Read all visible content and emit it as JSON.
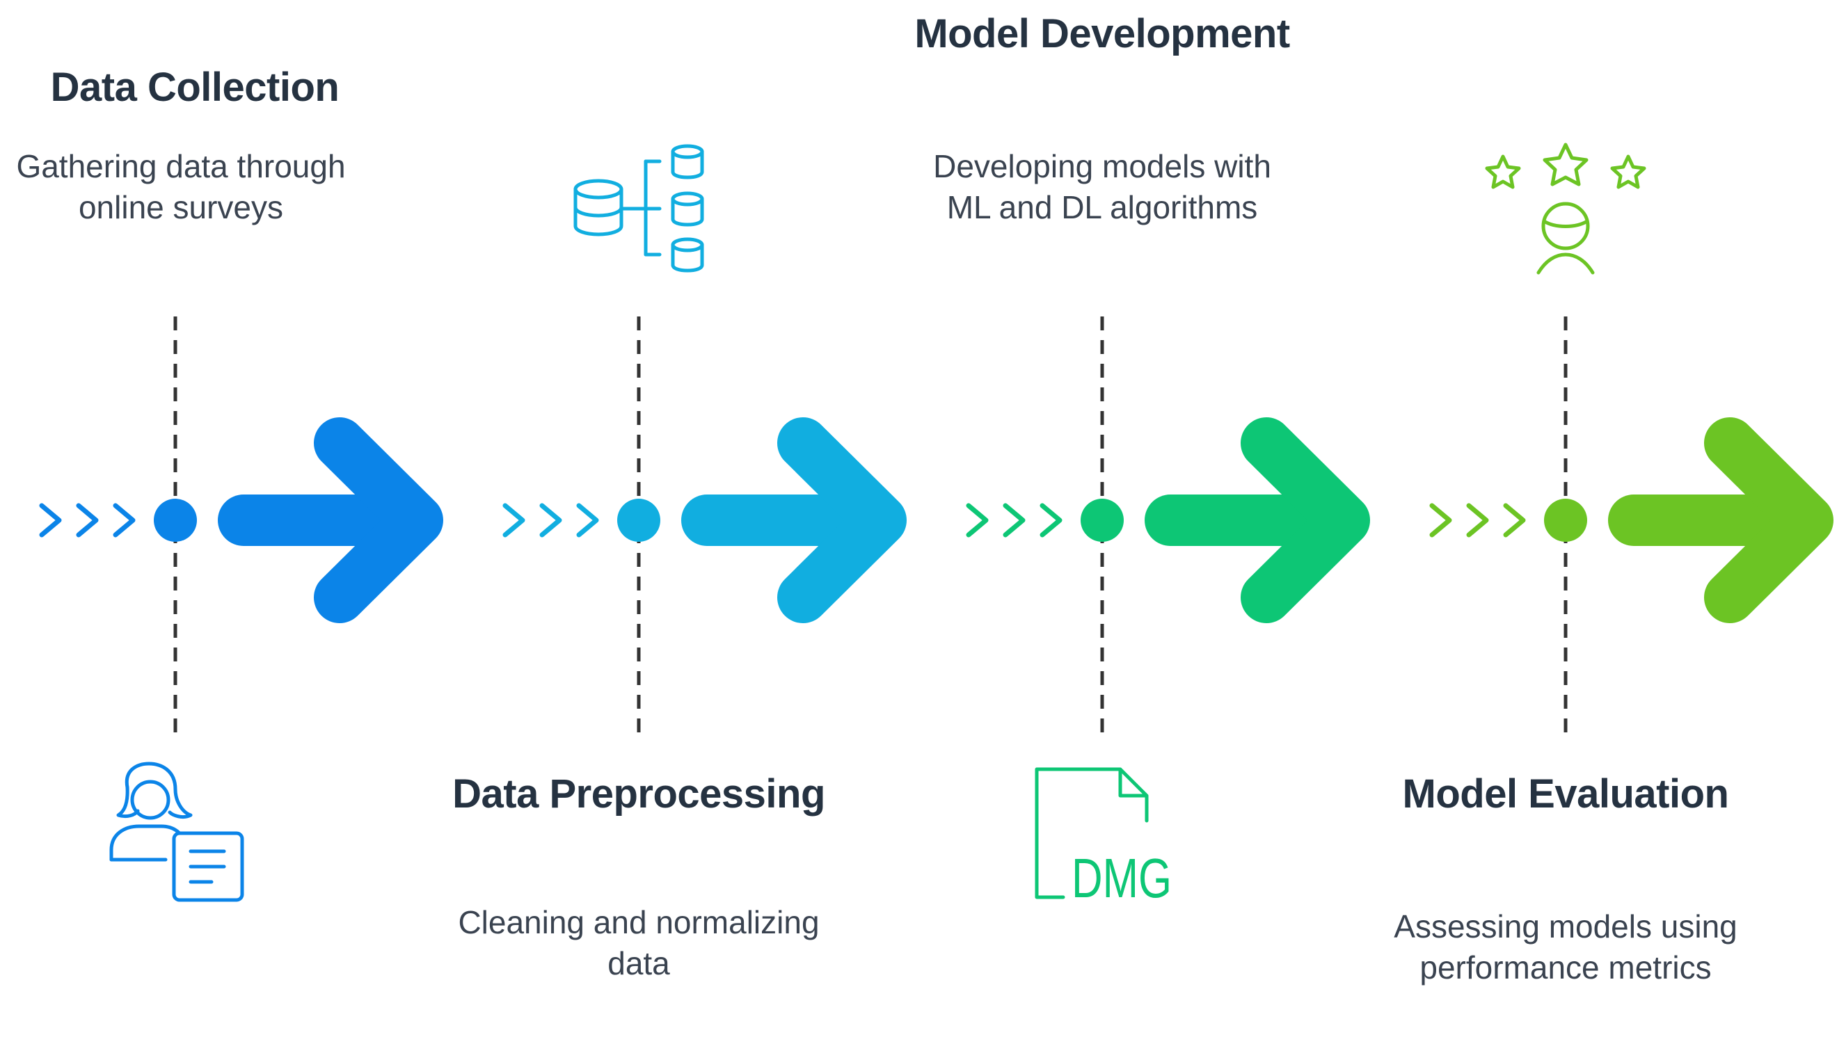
{
  "stages": [
    {
      "title": "Data Collection",
      "description": "Gathering data through online surveys",
      "color": "#0b84e8",
      "icon": "survey-person-icon",
      "text_position": "top"
    },
    {
      "title": "Data Preprocessing",
      "description": "Cleaning and normalizing data",
      "color": "#11aee0",
      "icon": "database-tree-icon",
      "text_position": "bottom"
    },
    {
      "title": "Model Development",
      "description": "Developing models with ML and DL algorithms",
      "color": "#0dc675",
      "icon": "dmg-file-icon",
      "text_position": "top"
    },
    {
      "title": "Model Evaluation",
      "description": "Assessing models using performance metrics",
      "color": "#6cc424",
      "icon": "rating-stars-icon",
      "text_position": "bottom"
    }
  ],
  "dmg_label": "DMG"
}
